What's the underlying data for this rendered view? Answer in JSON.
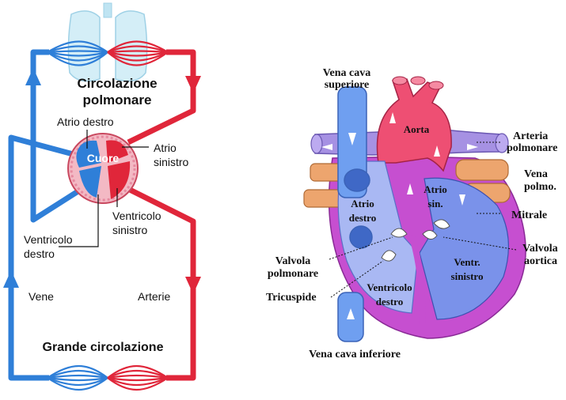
{
  "left_diagram": {
    "pulmonary_title_line1": "Circolazione",
    "pulmonary_title_line2": "polmonare",
    "atrio_destro": "Atrio destro",
    "atrio_sinistro_line1": "Atrio",
    "atrio_sinistro_line2": "sinistro",
    "cuore": "Cuore",
    "ventricolo_sinistro_line1": "Ventricolo",
    "ventricolo_sinistro_line2": "sinistro",
    "ventricolo_destro_line1": "Ventricolo",
    "ventricolo_destro_line2": "destro",
    "vene": "Vene",
    "arterie": "Arterie",
    "systemic_title": "Grande circolazione"
  },
  "right_diagram": {
    "vena_cava_superiore_line1": "Vena cava",
    "vena_cava_superiore_line2": "superiore",
    "aorta": "Aorta",
    "arteria_polmonare_line1": "Arteria",
    "arteria_polmonare_line2": "polmonare",
    "vena_polmo_line1": "Vena",
    "vena_polmo_line2": "polmo.",
    "atrio_destro_line1": "Atrio",
    "atrio_destro_line2": "destro",
    "atrio_sin_line1": "Atrio",
    "atrio_sin_line2": "sin.",
    "mitrale": "Mitrale",
    "valvola_aortica_line1": "Valvola",
    "valvola_aortica_line2": "aortica",
    "valvola_polmonare_line1": "Valvola",
    "valvola_polmonare_line2": "polmonare",
    "tricuspide": "Tricuspide",
    "ventricolo_destro_line1": "Ventricolo",
    "ventricolo_destro_line2": "destro",
    "ventr_sinistro_line1": "Ventr.",
    "ventr_sinistro_line2": "sinistro",
    "vena_cava_inferiore": "Vena cava inferiore"
  },
  "colors": {
    "venous_blue": "#2f7fd8",
    "arterial_red": "#e0263a",
    "heart_pink": "#ee4f73",
    "heart_outer_purple": "#c64fd0",
    "pulmonary_vessel_purple": "#a691e3",
    "pulmonary_vein_orange": "#eda56e",
    "vena_cava_blue": "#6f9ff0",
    "lung_light_blue": "#bfe4f2"
  }
}
